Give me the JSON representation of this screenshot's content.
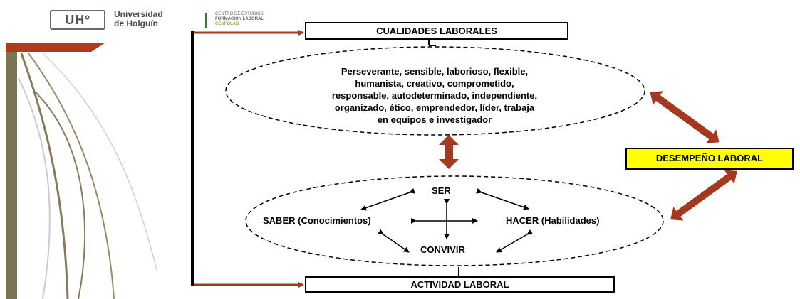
{
  "header": {
    "logo_mark": "UHº",
    "university_line1": "Universidad",
    "university_line2": "de Holguín",
    "centro_line1": "CENTRO DE ESTUDIOS",
    "centro_line2": "FORMACIÓN LABORAL",
    "centro_line3": "CENFOLAB"
  },
  "diagram": {
    "top_box": "CUALIDADES LABORALES",
    "bottom_box": "ACTIVIDAD LABORAL",
    "side_box": "DESEMPEÑO LABORAL",
    "qualities_lines": [
      "Perseverante, sensible, laborioso, flexible,",
      "humanista, creativo, comprometido,",
      "responsable, autodeterminado, independiente,",
      "organizado, ético, emprendedor, líder, trabaja",
      "en equipos e investigador"
    ],
    "nodes": {
      "ser": "SER",
      "saber": "SABER (Conocimientos)",
      "hacer": "HACER (Habilidades)",
      "convivir": "CONVIVIR"
    }
  },
  "colors": {
    "arrow": "#a33a1f",
    "highlight": "#ffff00",
    "bar": "#7a7354"
  }
}
